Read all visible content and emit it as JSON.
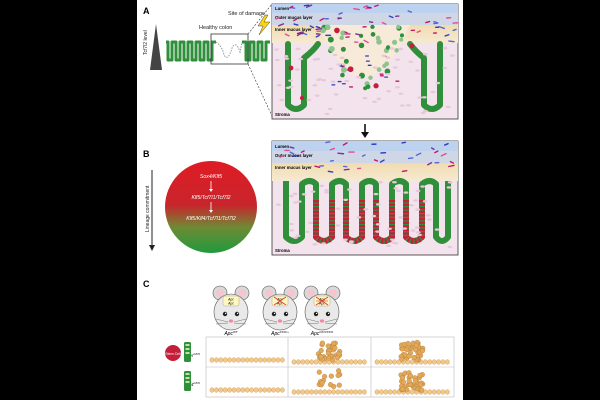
{
  "panels": {
    "a": {
      "letter": "A",
      "healthy_label": "Healthy colon",
      "damage_label": "Site of damage",
      "level_label": "Tcf7l2 level",
      "layers": {
        "lumen": "Lumen",
        "outer": "Outer mucus layer",
        "inner": "Inner mucus layer",
        "stroma": "Stroma"
      }
    },
    "b": {
      "letter": "B",
      "circle_lines": [
        "Sox4/Klf5",
        "Klf5/Tcf7l1/Tcf7l2",
        "Klf5/Klf4/Tcf7l1/Tcf7l2"
      ],
      "axis_label": "Lineage commitment",
      "layers": {
        "lumen": "Lumen",
        "outer": "Outer mucus layer",
        "inner": "Inner mucus layer",
        "stroma": "Stroma"
      }
    },
    "c": {
      "letter": "C",
      "mice": [
        {
          "label": "Apc",
          "sup": "WT"
        },
        {
          "label": "Apc",
          "sup": "CKO/+"
        },
        {
          "label": "Apc",
          "sup": "CKO/CKO"
        }
      ],
      "mouse_marks": [
        "Apc",
        "Apc"
      ],
      "rows": [
        {
          "label": "Ryr",
          "sup": "CKO"
        },
        {
          "label": "Tcf4",
          "sup": "CKO"
        }
      ],
      "legend_cell": "Stem Cell"
    }
  },
  "colors": {
    "epithelium_green": "#2f8f3a",
    "stem_red": "#c41e3a",
    "lumen_blue": "#bcd2ee",
    "outer_mucus": "#cfd6e6",
    "inner_mucus": "#f3e4c6",
    "stroma_pink": "#f3e3ec",
    "tumor_orange": "#e3a95a"
  }
}
